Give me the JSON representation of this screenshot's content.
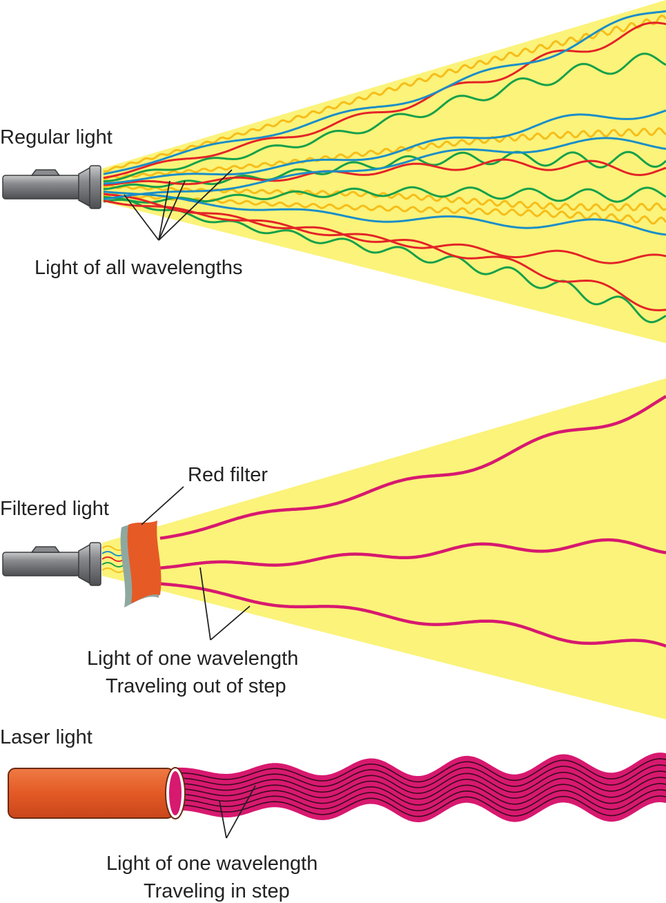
{
  "labels": {
    "regular_title": "Regular light",
    "regular_caption": "Light of all wavelengths",
    "filter_label": "Red filter",
    "filtered_title": "Filtered light",
    "filtered_caption_1": "Light of one wavelength",
    "filtered_caption_2": "Traveling out of step",
    "laser_title": "Laser light",
    "laser_caption_1": "Light of one wavelength",
    "laser_caption_2": "Traveling in step"
  },
  "colors": {
    "beam": "#fbf37a",
    "wave_blue": "#1b8ec8",
    "wave_red": "#e32427",
    "wave_green": "#17a04a",
    "wave_yellow": "#f6be1a",
    "wave_magenta": "#d7196f",
    "filter": "#e65a26",
    "filter_frame": "#8fa8a0",
    "laser_tube": "#e35a25",
    "flashlight": "#6e6f72"
  }
}
